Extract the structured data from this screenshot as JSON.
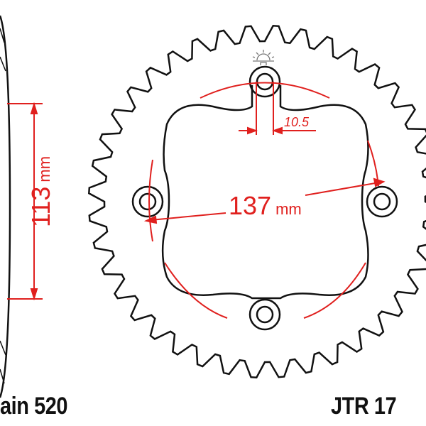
{
  "dimensions": {
    "bolt_circle": {
      "value": "137",
      "unit": "mm"
    },
    "hub_offset": {
      "value": "113",
      "unit": "mm"
    },
    "slot_width": {
      "value": "10.5"
    }
  },
  "chain_label": "ain 520",
  "part_number": "JTR 17",
  "colors": {
    "dimension": "#e0201e",
    "outline": "#111111"
  },
  "teeth": 40,
  "bolt_holes": 4
}
